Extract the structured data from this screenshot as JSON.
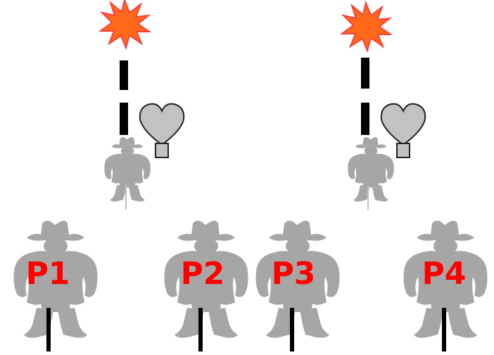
{
  "colors": {
    "background": "#ffffff",
    "figure_gray": "#a6a6a6",
    "label_red": "#ff0000",
    "pole_black": "#000000",
    "explosion_fill": "#ff6a1a",
    "explosion_stroke": "#ff3b3b",
    "heart_fill": "#c2c2c2",
    "outline_dark": "#222222"
  },
  "icons": {
    "target": "gunman-silhouette-icon",
    "shot": "explosion-icon",
    "bonus": "heart-balloon-icon"
  },
  "players": [
    {
      "label": "P1"
    },
    {
      "label": "P2"
    },
    {
      "label": "P3"
    },
    {
      "label": "P4"
    }
  ]
}
